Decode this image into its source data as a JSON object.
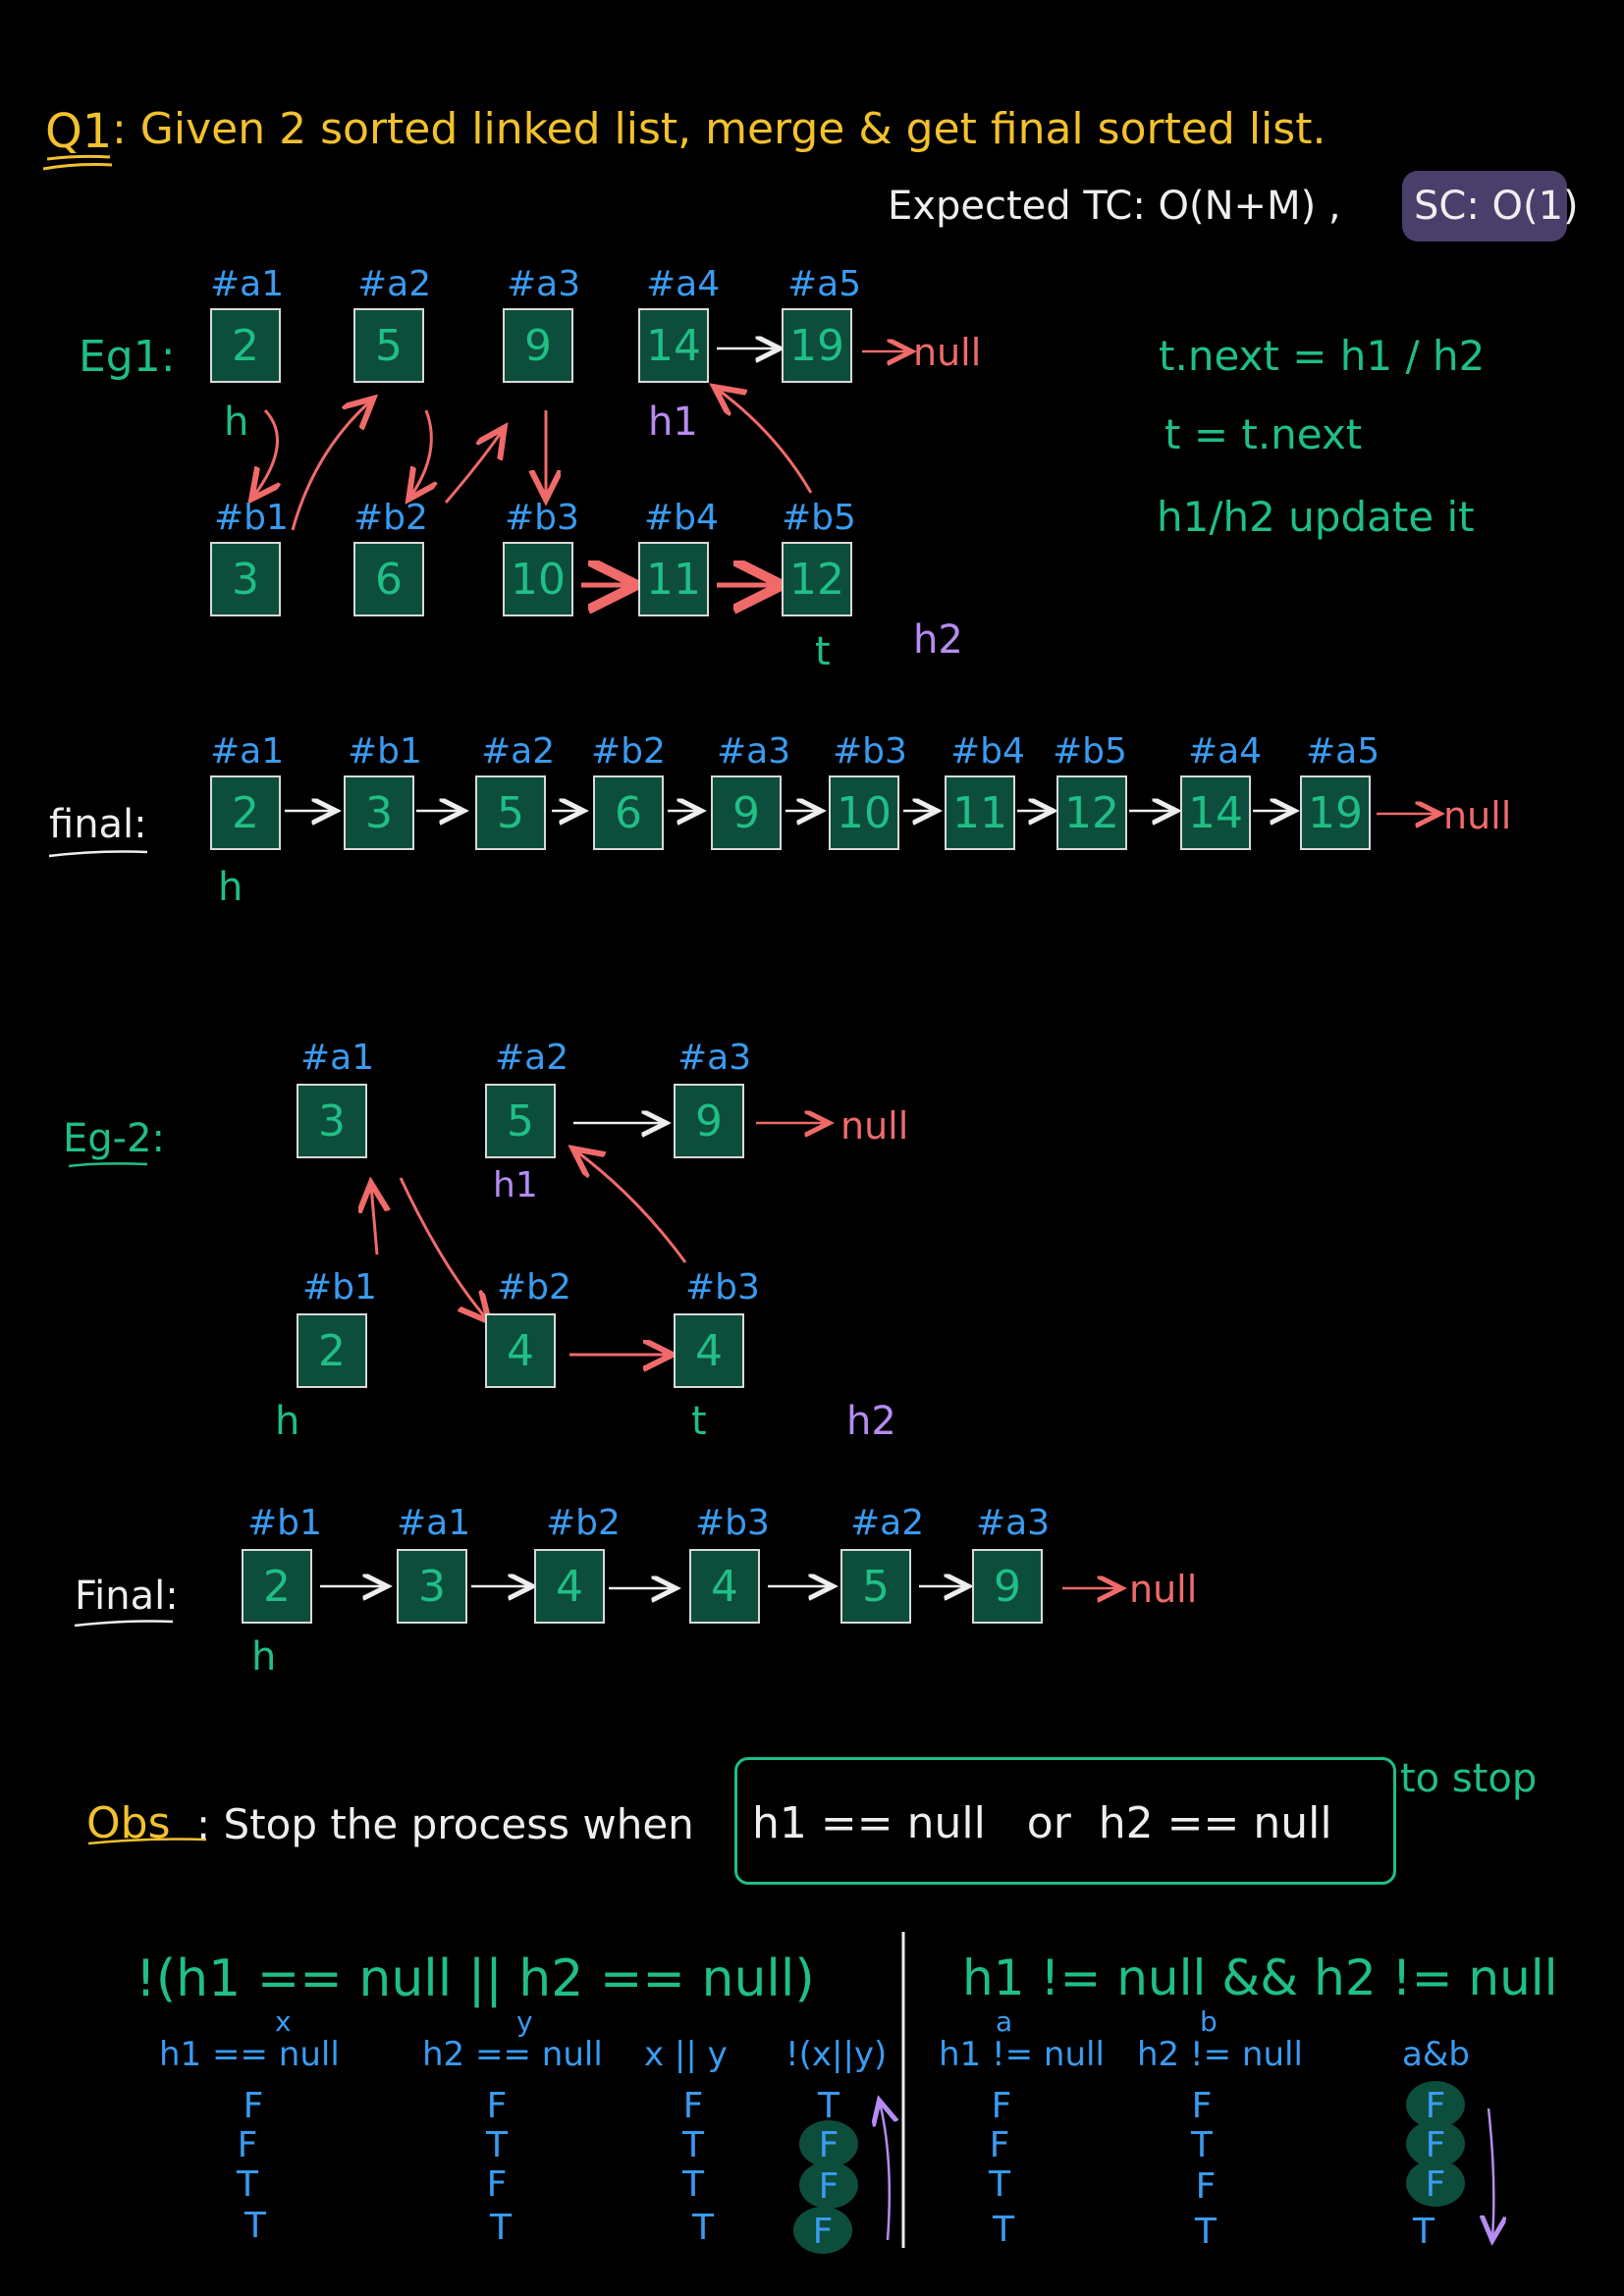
{
  "question": {
    "label": "Q1",
    "text": ": Given 2 sorted linked list, merge & get final sorted list.",
    "expected_tc": "Expected TC: O(N+M) ,",
    "sc": "SC: O(1)"
  },
  "eg1": {
    "label": "Eg1:",
    "list_a": [
      {
        "addr": "#a1",
        "val": "2"
      },
      {
        "addr": "#a2",
        "val": "5"
      },
      {
        "addr": "#a3",
        "val": "9"
      },
      {
        "addr": "#a4",
        "val": "14"
      },
      {
        "addr": "#a5",
        "val": "19"
      }
    ],
    "list_b": [
      {
        "addr": "#b1",
        "val": "3"
      },
      {
        "addr": "#b2",
        "val": "6"
      },
      {
        "addr": "#b3",
        "val": "10"
      },
      {
        "addr": "#b4",
        "val": "11"
      },
      {
        "addr": "#b5",
        "val": "12"
      }
    ],
    "null": "null",
    "ptr_h": "h",
    "ptr_h1": "h1",
    "ptr_t": "t",
    "ptr_h2": "h2",
    "notes": [
      "t.next = h1 / h2",
      "t = t.next",
      "h1/h2 update it"
    ]
  },
  "final1": {
    "label": "final:",
    "nodes": [
      {
        "addr": "#a1",
        "val": "2"
      },
      {
        "addr": "#b1",
        "val": "3"
      },
      {
        "addr": "#a2",
        "val": "5"
      },
      {
        "addr": "#b2",
        "val": "6"
      },
      {
        "addr": "#a3",
        "val": "9"
      },
      {
        "addr": "#b3",
        "val": "10"
      },
      {
        "addr": "#b4",
        "val": "11"
      },
      {
        "addr": "#b5",
        "val": "12"
      },
      {
        "addr": "#a4",
        "val": "14"
      },
      {
        "addr": "#a5",
        "val": "19"
      }
    ],
    "null": "null",
    "ptr_h": "h"
  },
  "eg2": {
    "label": "Eg-2:",
    "list_a": [
      {
        "addr": "#a1",
        "val": "3"
      },
      {
        "addr": "#a2",
        "val": "5"
      },
      {
        "addr": "#a3",
        "val": "9"
      }
    ],
    "list_b": [
      {
        "addr": "#b1",
        "val": "2"
      },
      {
        "addr": "#b2",
        "val": "4"
      },
      {
        "addr": "#b3",
        "val": "4"
      }
    ],
    "null": "null",
    "ptr_h1": "h1",
    "ptr_h": "h",
    "ptr_t": "t",
    "ptr_h2": "h2"
  },
  "final2": {
    "label": "Final:",
    "nodes": [
      {
        "addr": "#b1",
        "val": "2"
      },
      {
        "addr": "#a1",
        "val": "3"
      },
      {
        "addr": "#b2",
        "val": "4"
      },
      {
        "addr": "#b3",
        "val": "4"
      },
      {
        "addr": "#a2",
        "val": "5"
      },
      {
        "addr": "#a3",
        "val": "9"
      }
    ],
    "null": "null",
    "ptr_h": "h"
  },
  "obs": {
    "label": "Obs",
    "text": ": Stop the process when",
    "condition": "h1 == null   or  h2 == null",
    "side_note": "to stop"
  },
  "truth_left": {
    "expression": "!(h1 == null || h2 == null)",
    "col_letters": [
      "x",
      "y"
    ],
    "headers": [
      "h1 == null",
      "h2 == null",
      "x || y",
      "!(x||y)"
    ],
    "rows": [
      [
        "F",
        "F",
        "F",
        "T"
      ],
      [
        "F",
        "T",
        "T",
        "F"
      ],
      [
        "T",
        "F",
        "T",
        "F"
      ],
      [
        "T",
        "T",
        "T",
        "F"
      ]
    ]
  },
  "truth_right": {
    "expression": "h1 != null && h2 != null",
    "col_letters": [
      "a",
      "b"
    ],
    "headers": [
      "h1 != null",
      "h2 != null",
      "a&b"
    ],
    "rows": [
      [
        "F",
        "F",
        "F"
      ],
      [
        "F",
        "T",
        "F"
      ],
      [
        "T",
        "F",
        "F"
      ],
      [
        "T",
        "T",
        "T"
      ]
    ]
  },
  "colors": {
    "node_fill": "#0d4d3c",
    "node_text": "#1fbf86",
    "address": "#3a9bf0",
    "heading": "#f2c12e",
    "arrow_red": "#f06a6a",
    "pointer_purple": "#b68cf2"
  }
}
